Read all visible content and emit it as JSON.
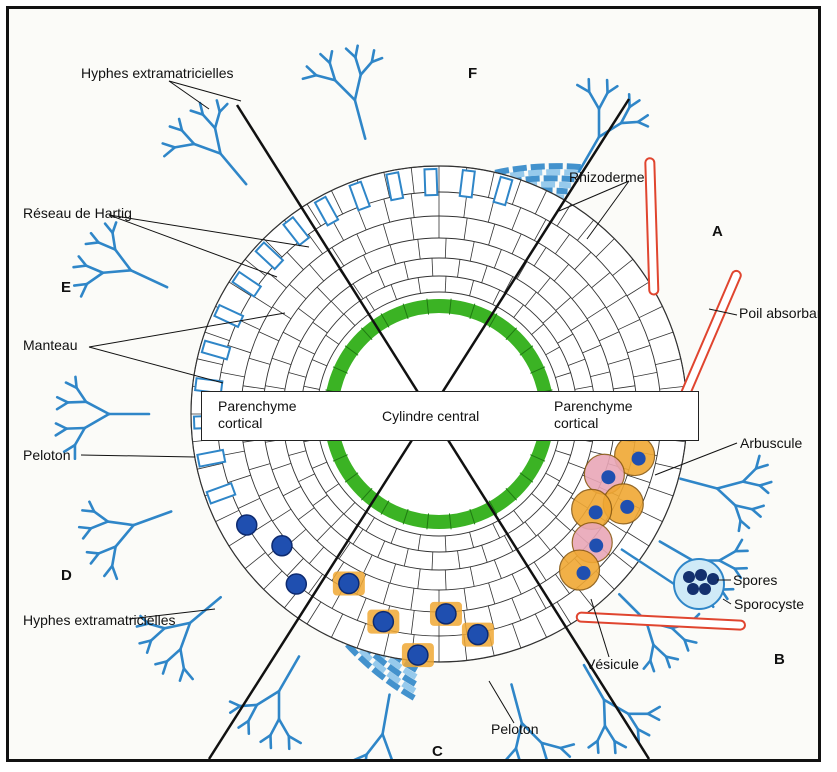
{
  "labels": {
    "hyphes_top": "Hyphes extramatricielles",
    "hyphes_bottom": "Hyphes extramatricielles",
    "reseau_hartig": "Réseau de Hartig",
    "manteau": "Manteau",
    "peloton_left": "Peloton",
    "peloton_bottom": "Peloton",
    "rhizoderme": "Rhizoderme",
    "poil_absorbant": "Poil absorbant",
    "arbuscule": "Arbuscule",
    "spores": "Spores",
    "sporocyste": "Sporocyste",
    "vesicule": "Vésicule",
    "parenchyme_left_1": "Parenchyme",
    "parenchyme_left_2": "cortical",
    "cylindre_central": "Cylindre central",
    "parenchyme_right_1": "Parenchyme",
    "parenchyme_right_2": "cortical"
  },
  "sectors": {
    "A": "A",
    "B": "B",
    "C": "C",
    "D": "D",
    "E": "E",
    "F": "F"
  },
  "colors": {
    "fungus": "#2f86c8",
    "fungus_light": "#8cc4ea",
    "endodermis": "#3bb324",
    "root_hair": "#e0452f",
    "arbuscule_cell": "#f0a834",
    "arbuscule_pink": "#e9a7b7",
    "peloton": "#1f4fb0",
    "cell_line": "#333333"
  }
}
